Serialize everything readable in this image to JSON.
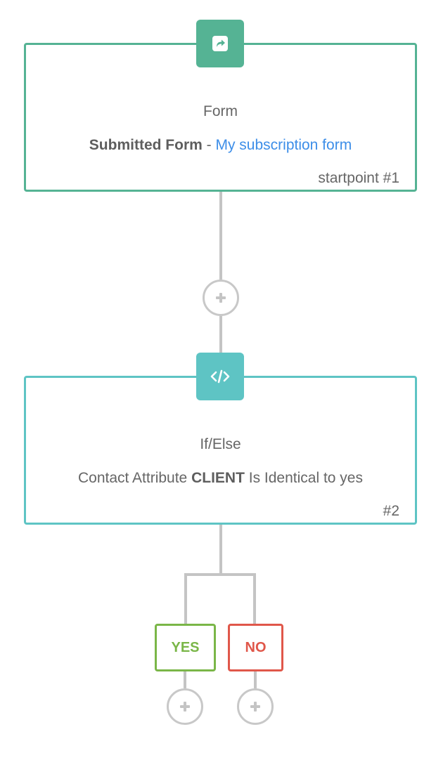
{
  "colors": {
    "start_node": "#55b394",
    "condition_node": "#5ec4c4",
    "connector": "#c4c4c4",
    "link": "#3d8ee8",
    "yes": "#7ab648",
    "no": "#e0574a"
  },
  "nodes": [
    {
      "icon": "share-arrow-icon",
      "title": "Form",
      "desc_bold": "Submitted Form",
      "desc_sep": " - ",
      "desc_link": "My subscription form",
      "corner_label": "startpoint #1"
    },
    {
      "icon": "code-icon",
      "title": "If/Else",
      "desc_prefix": "Contact Attribute ",
      "desc_bold": "CLIENT",
      "desc_suffix": " Is Identical to yes",
      "corner_label": "#2"
    }
  ],
  "branches": {
    "yes_label": "YES",
    "no_label": "NO"
  },
  "add_step_icon": "plus-icon"
}
